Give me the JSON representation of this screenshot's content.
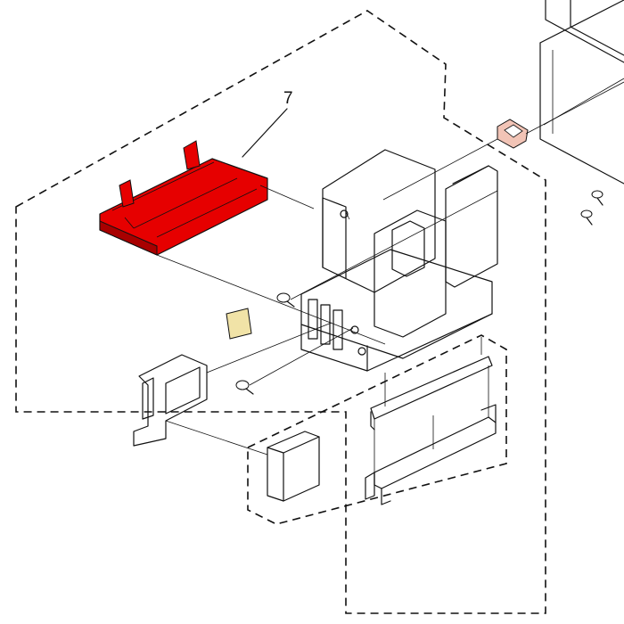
{
  "diagram": {
    "callouts": [
      {
        "label": "7"
      }
    ],
    "colors": {
      "highlight": "#e60000",
      "highlight_dark": "#a80000",
      "pad": "#f1e3a7",
      "clip": "#f2c4b6",
      "line": "#111111"
    },
    "parts": [
      {
        "id": "7",
        "name": "highlighted-tray-part",
        "icon": "tray-icon"
      },
      {
        "name": "main-housing"
      },
      {
        "name": "adhesive-pad"
      },
      {
        "name": "side-bracket"
      },
      {
        "name": "foam-block"
      },
      {
        "name": "connector-rail"
      },
      {
        "name": "small-clip"
      },
      {
        "name": "screw"
      }
    ]
  }
}
